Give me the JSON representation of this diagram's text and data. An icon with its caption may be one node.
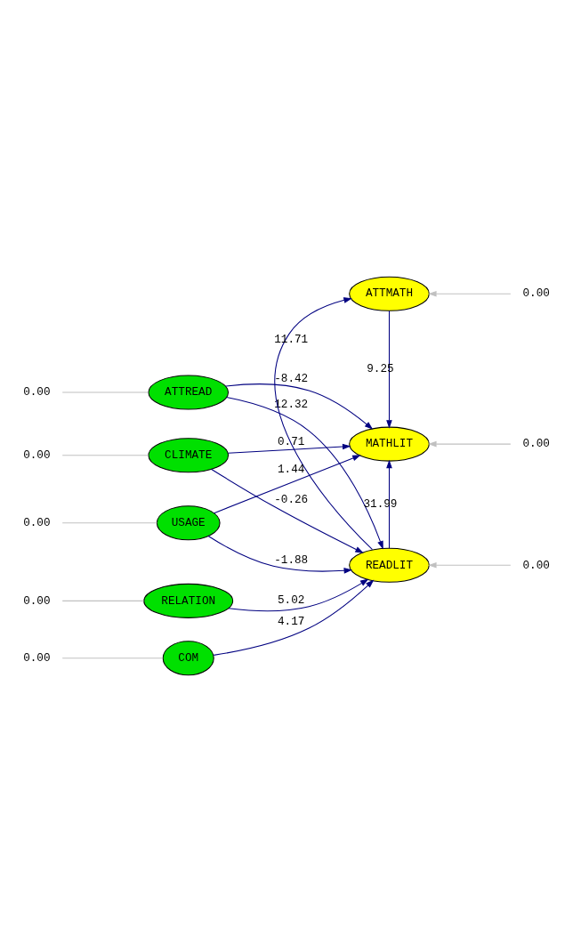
{
  "diagram": {
    "nodes": [
      {
        "text": [
          "ATTMATH"
        ]
      },
      {
        "text": [
          "0.00"
        ]
      },
      {
        "text": [
          "MATHLIT"
        ]
      },
      {
        "text": [
          "0.00"
        ]
      },
      {
        "text": [
          "0.00"
        ]
      },
      {
        "text": [
          "ATTREAD"
        ]
      },
      {
        "text": [
          "0.00"
        ]
      },
      {
        "text": [
          "RELATION"
        ]
      },
      {
        "text": [
          "0.00"
        ]
      },
      {
        "text": [
          "CLIMATE"
        ]
      },
      {
        "text": [
          "0.00"
        ]
      },
      {
        "text": [
          "COM"
        ]
      },
      {
        "text": [
          "READLIT"
        ]
      },
      {
        "text": [
          "0.00"
        ]
      },
      {
        "text": [
          "0.00"
        ]
      },
      {
        "text": [
          "USAGE"
        ]
      }
    ],
    "edges": [
      {
        "from": 0,
        "to": 2,
        "arrow": "to",
        "label": "9.25"
      },
      {
        "from": 12,
        "to": 0,
        "arrow": "to",
        "label": "11.71"
      },
      {
        "from": 1,
        "to": 0,
        "arrow": "to",
        "color": "#c0c0c0"
      },
      {
        "from": 3,
        "to": 2,
        "arrow": "to",
        "color": "#c0c0c0"
      },
      {
        "from": 5,
        "to": 2,
        "arrow": "to",
        "label": "-8.42"
      },
      {
        "from": 9,
        "to": 2,
        "arrow": "to",
        "label": "0.71"
      },
      {
        "from": 15,
        "to": 2,
        "arrow": "to",
        "label": "1.44"
      },
      {
        "from": 12,
        "to": 2,
        "arrow": "to",
        "label": "31.99"
      },
      {
        "from": 4,
        "to": 5,
        "arrow": "none",
        "color": "#c0c0c0"
      },
      {
        "from": 5,
        "to": 12,
        "arrow": "to",
        "label": "12.32"
      },
      {
        "from": 6,
        "to": 7,
        "arrow": "none",
        "color": "#c0c0c0"
      },
      {
        "from": 7,
        "to": 12,
        "arrow": "to",
        "label": "5.02"
      },
      {
        "from": 8,
        "to": 9,
        "arrow": "none",
        "color": "#c0c0c0"
      },
      {
        "from": 9,
        "to": 12,
        "arrow": "to",
        "label": "-0.26"
      },
      {
        "from": 10,
        "to": 11,
        "arrow": "none",
        "color": "#c0c0c0"
      },
      {
        "from": 11,
        "to": 12,
        "arrow": "to",
        "label": "4.17"
      },
      {
        "from": 13,
        "to": 12,
        "arrow": "to",
        "color": "#c0c0c0"
      },
      {
        "from": 14,
        "to": 15,
        "arrow": "none",
        "color": "#c0c0c0"
      },
      {
        "from": 15,
        "to": 12,
        "arrow": "to",
        "label": "-1.88"
      }
    ]
  }
}
